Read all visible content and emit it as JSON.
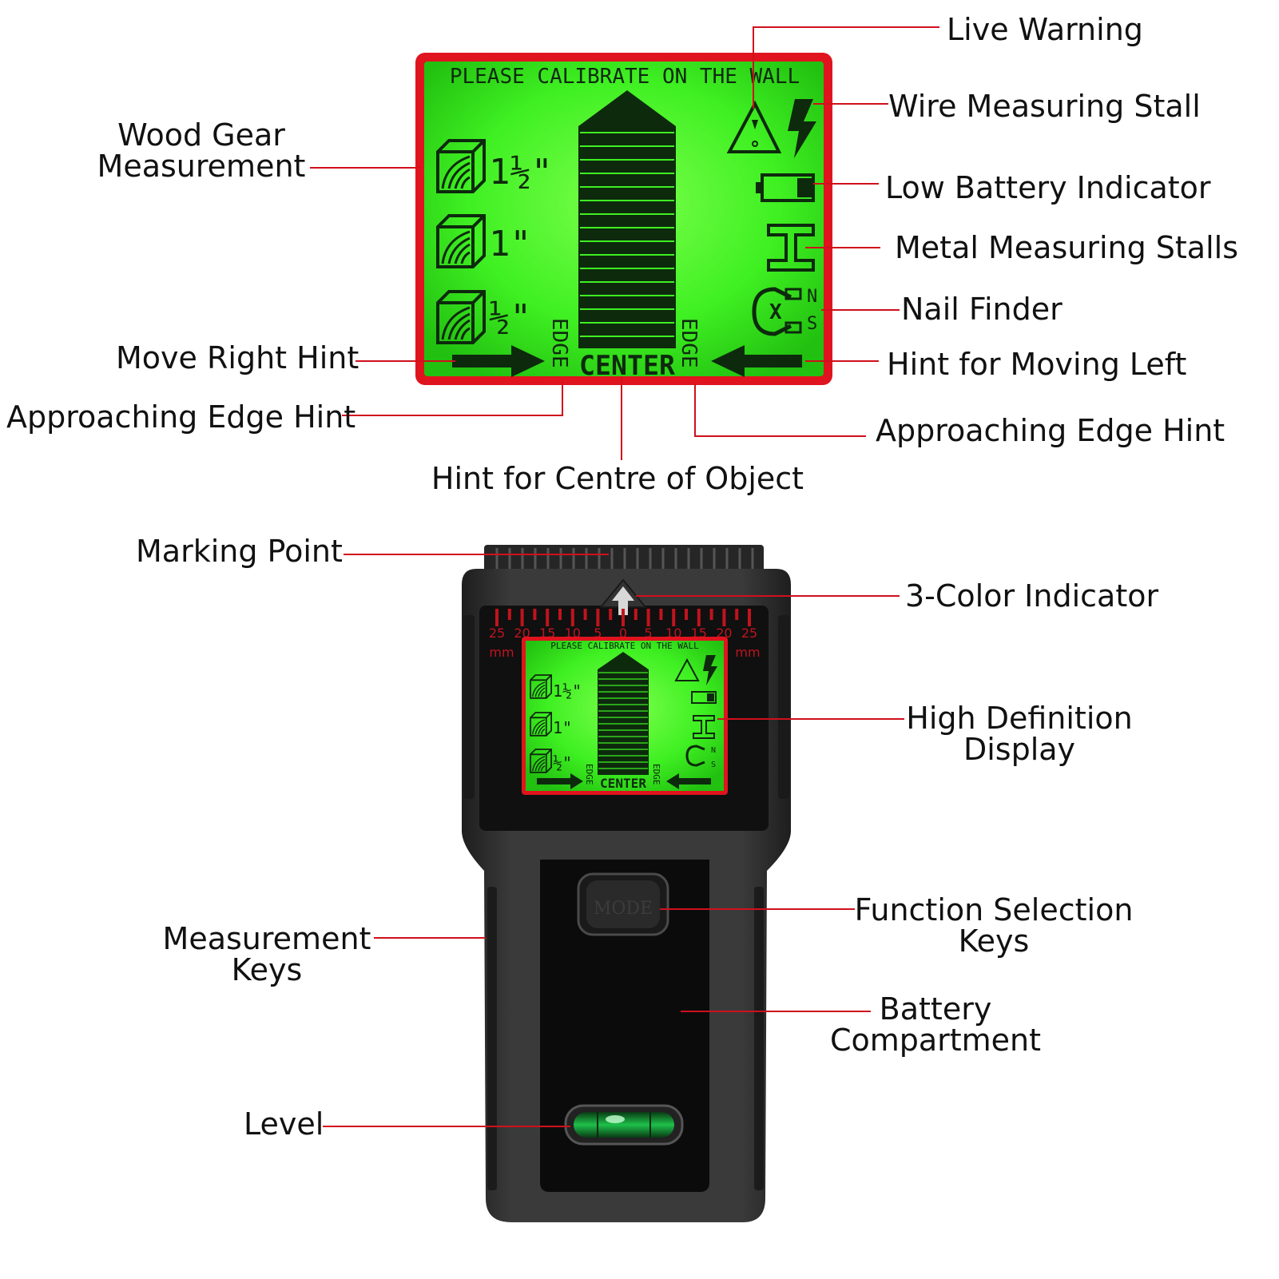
{
  "colors": {
    "leader": "#d0101c",
    "lcd_green": "#35f020",
    "lcd_frame": "#e0141e",
    "device_body": "#2b2b2b",
    "label_text": "#111111"
  },
  "lcd": {
    "calibrate_text": "PLEASE CALIBRATE ON THE WALL",
    "center_text": "CENTER",
    "edge_text": "EDGE",
    "wood_labels": [
      "1½\"",
      "1\"",
      "½\""
    ],
    "magnet_n": "N",
    "magnet_s": "S",
    "icons": [
      "wood-block-icon",
      "warning-triangle-icon",
      "lightning-icon",
      "battery-icon",
      "i-beam-icon",
      "magnet-icon",
      "arrow-right-icon",
      "arrow-left-icon"
    ]
  },
  "device": {
    "scale_ticks": [
      "25",
      "20",
      "15",
      "10",
      "5",
      "0",
      "5",
      "10",
      "15",
      "20",
      "25"
    ],
    "scale_unit": "mm",
    "mode_key": "MODE"
  },
  "labels": {
    "live_warning": "Live Warning",
    "wire_measuring": "Wire Measuring Stall",
    "wood_gear_1": "Wood Gear",
    "wood_gear_2": "Measurement",
    "low_battery": "Low Battery Indicator",
    "metal_measuring": "Metal Measuring Stalls",
    "nail_finder": "Nail Finder",
    "move_right": "Move Right Hint",
    "move_left": "Hint for Moving Left",
    "edge_left": "Approaching Edge Hint",
    "edge_right": "Approaching Edge Hint",
    "centre": "Hint for Centre of Object",
    "marking_point": "Marking Point",
    "three_color": "3-Color Indicator",
    "hd_display_1": "High Definition",
    "hd_display_2": "Display",
    "measure_keys_1": "Measurement",
    "measure_keys_2": "Keys",
    "function_keys_1": "Function Selection",
    "function_keys_2": "Keys",
    "battery_1": "Battery",
    "battery_2": "Compartment",
    "level": "Level"
  }
}
